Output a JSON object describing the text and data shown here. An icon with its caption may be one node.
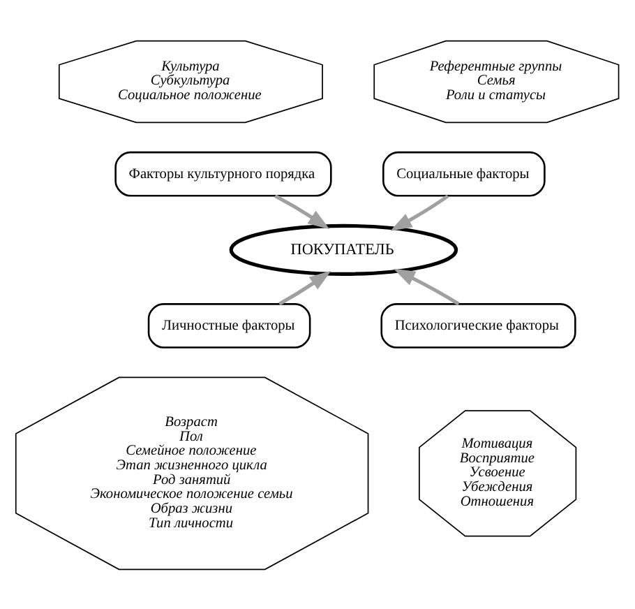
{
  "diagram": {
    "nodes": [
      {
        "text": [
          "Культура",
          "Субкультура",
          "Социальное положение"
        ]
      },
      {
        "text": [
          "Референтные группы",
          "Семья",
          "Роли и статусы"
        ]
      },
      {
        "text": [
          "Факторы культурного порядка"
        ]
      },
      {
        "text": [
          "Социальные факторы"
        ]
      },
      {
        "text": [
          "ПОКУПАТЕЛЬ"
        ]
      },
      {
        "text": [
          "Личностные факторы"
        ]
      },
      {
        "text": [
          "Психологические факторы"
        ]
      },
      {
        "text": [
          "Возраст",
          "Пол",
          "Семейное положение",
          "Этап жизненного цикла",
          "Род занятий",
          "Экономическое положение семьи",
          "Образ жизни",
          "Тип личности"
        ]
      },
      {
        "text": [
          "Мотивация",
          "Восприятие",
          "Усвоение",
          "Убеждения",
          "Отношения"
        ]
      }
    ],
    "edges": [
      {
        "from": 2,
        "to": 4,
        "arrow": "to"
      },
      {
        "from": 3,
        "to": 4,
        "arrow": "to"
      },
      {
        "from": 5,
        "to": 4,
        "arrow": "to"
      },
      {
        "from": 6,
        "to": 4,
        "arrow": "to"
      }
    ]
  }
}
